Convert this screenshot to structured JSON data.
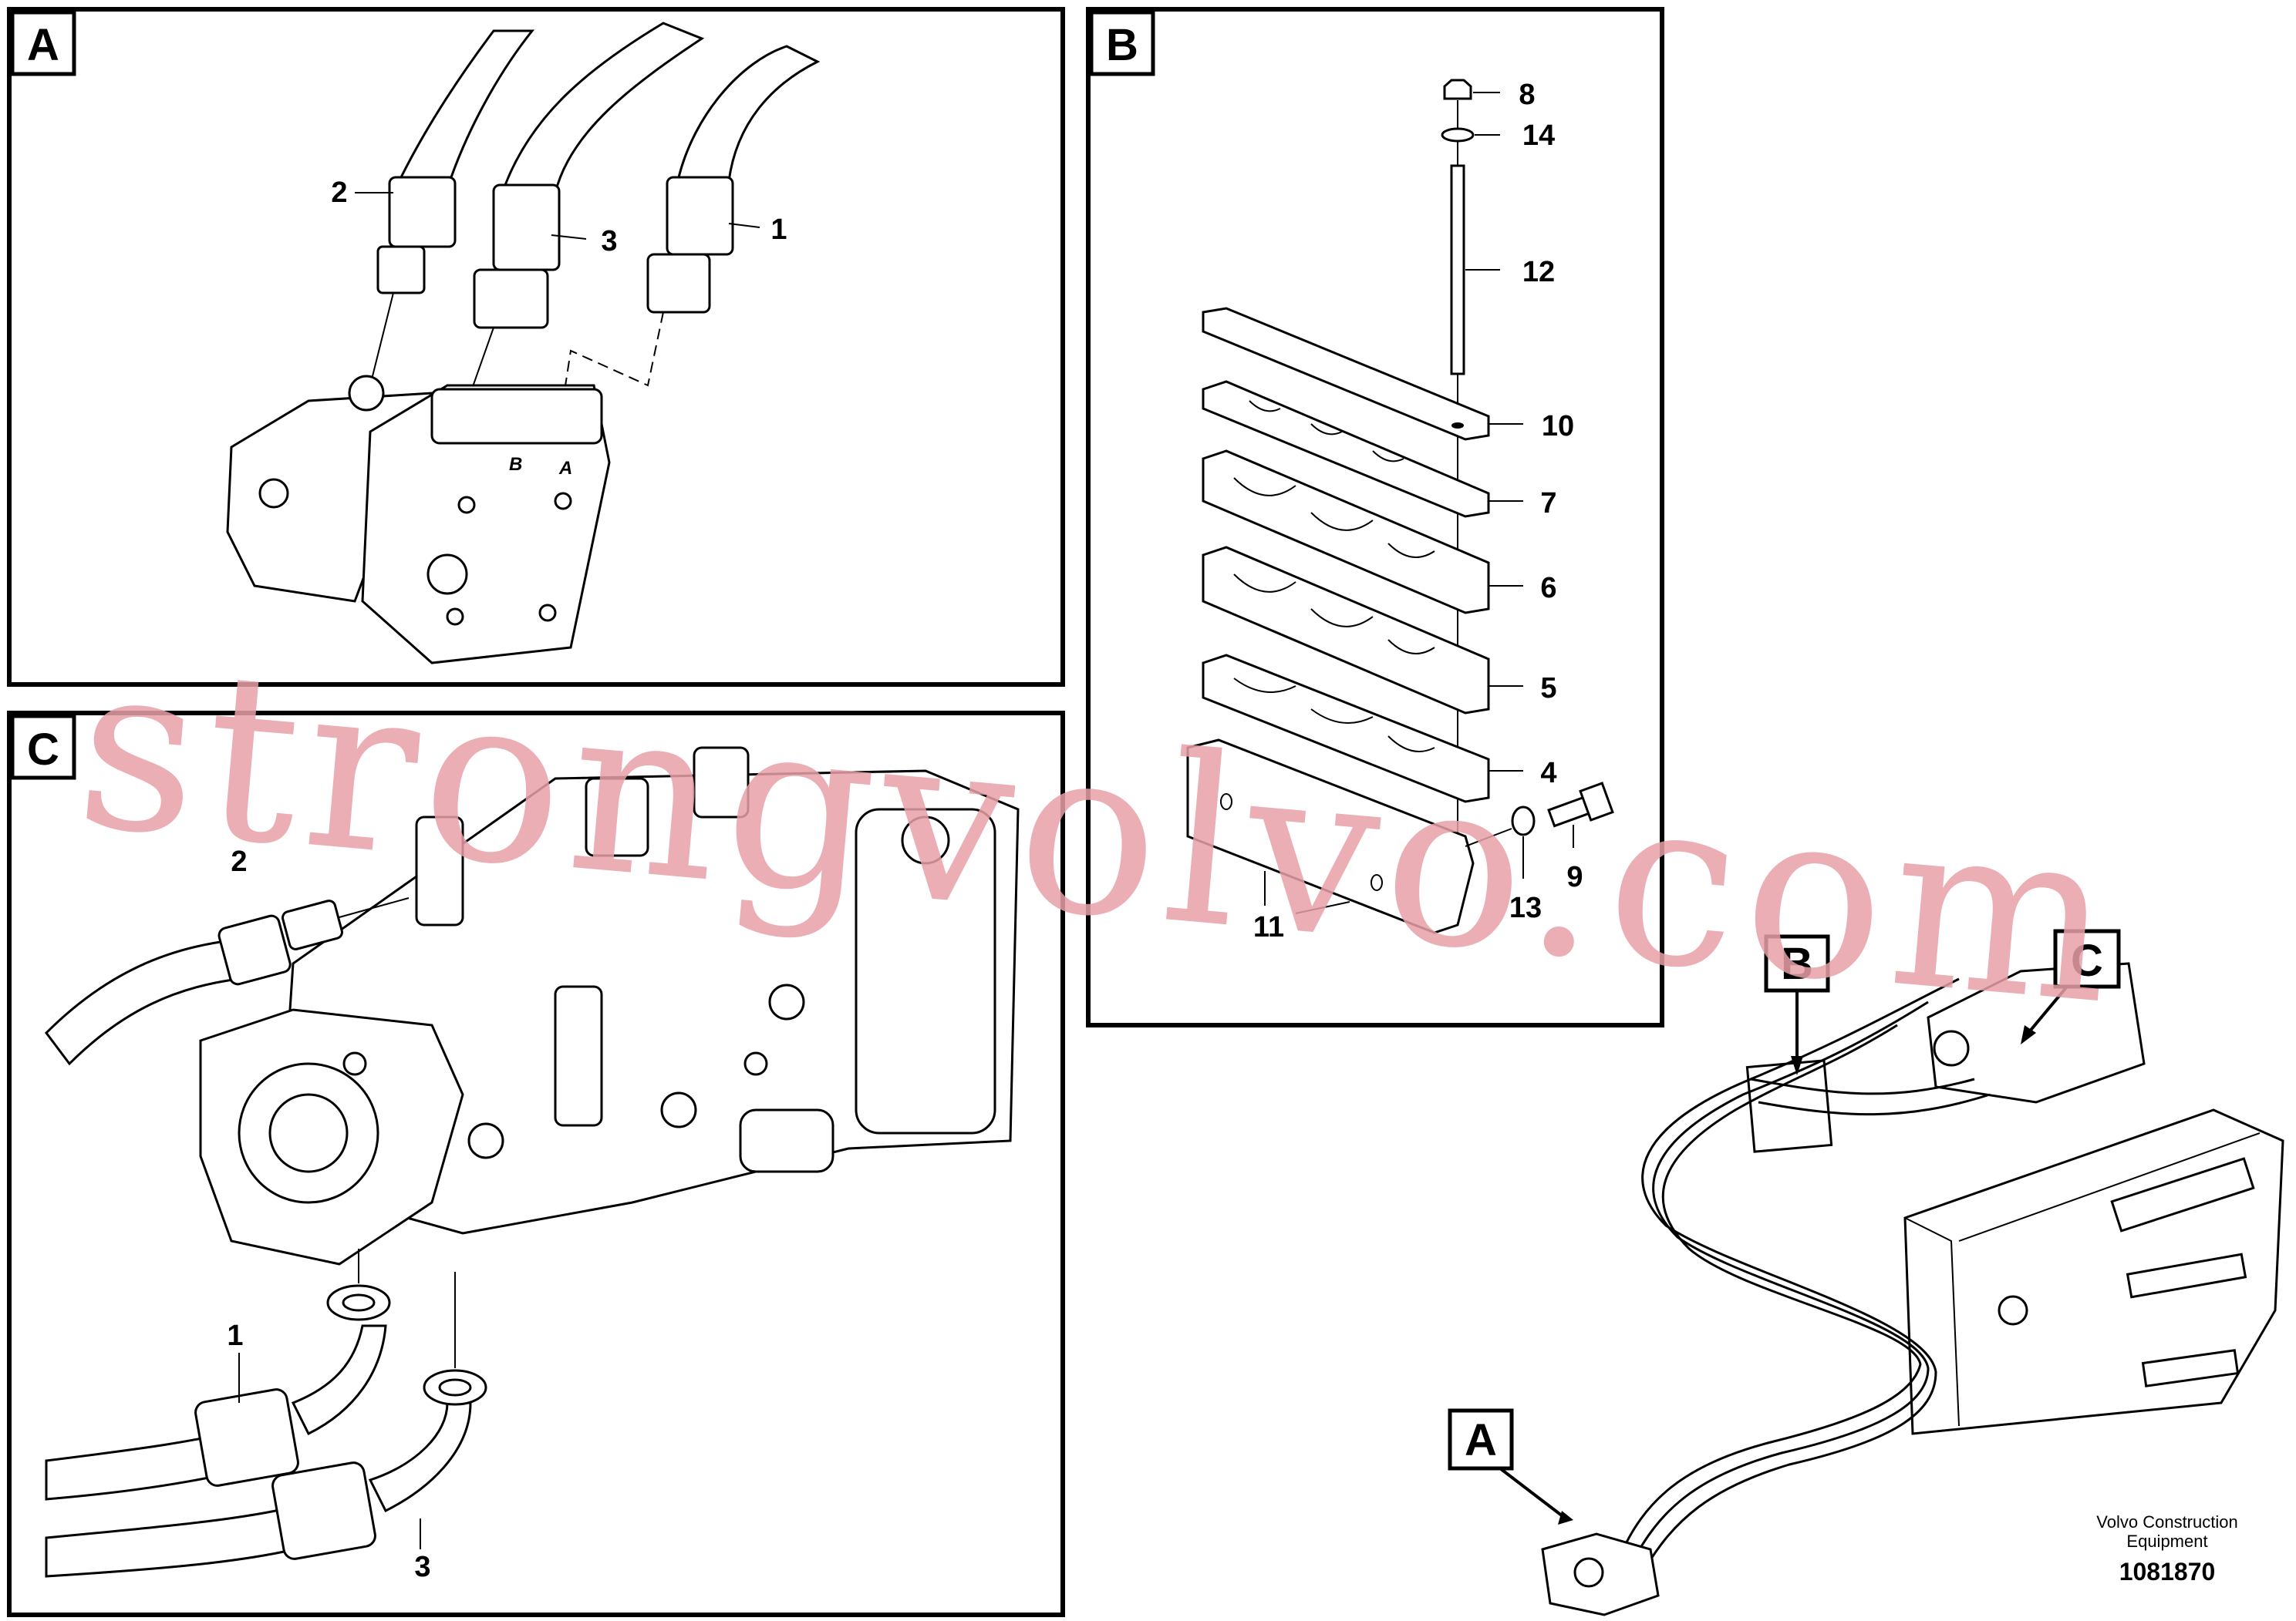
{
  "panels": {
    "a": {
      "tag": "A",
      "callouts": {
        "c1": "1",
        "c2": "2",
        "c3": "3"
      },
      "port_labels": {
        "b": "B",
        "a": "A"
      }
    },
    "b": {
      "tag": "B",
      "callouts": {
        "c4": "4",
        "c5": "5",
        "c6": "6",
        "c7": "7",
        "c8": "8",
        "c9": "9",
        "c10": "10",
        "c11": "11",
        "c12": "12",
        "c13": "13",
        "c14": "14"
      }
    },
    "c": {
      "tag": "C",
      "callouts": {
        "c1": "1",
        "c2": "2",
        "c3": "3"
      }
    }
  },
  "overview": {
    "tag_a": "A",
    "tag_b": "B",
    "tag_c": "C"
  },
  "watermark": "strongvolvo.com",
  "footer": {
    "line1": "Volvo Construction",
    "line2": "Equipment",
    "doc_number": "1081870"
  }
}
